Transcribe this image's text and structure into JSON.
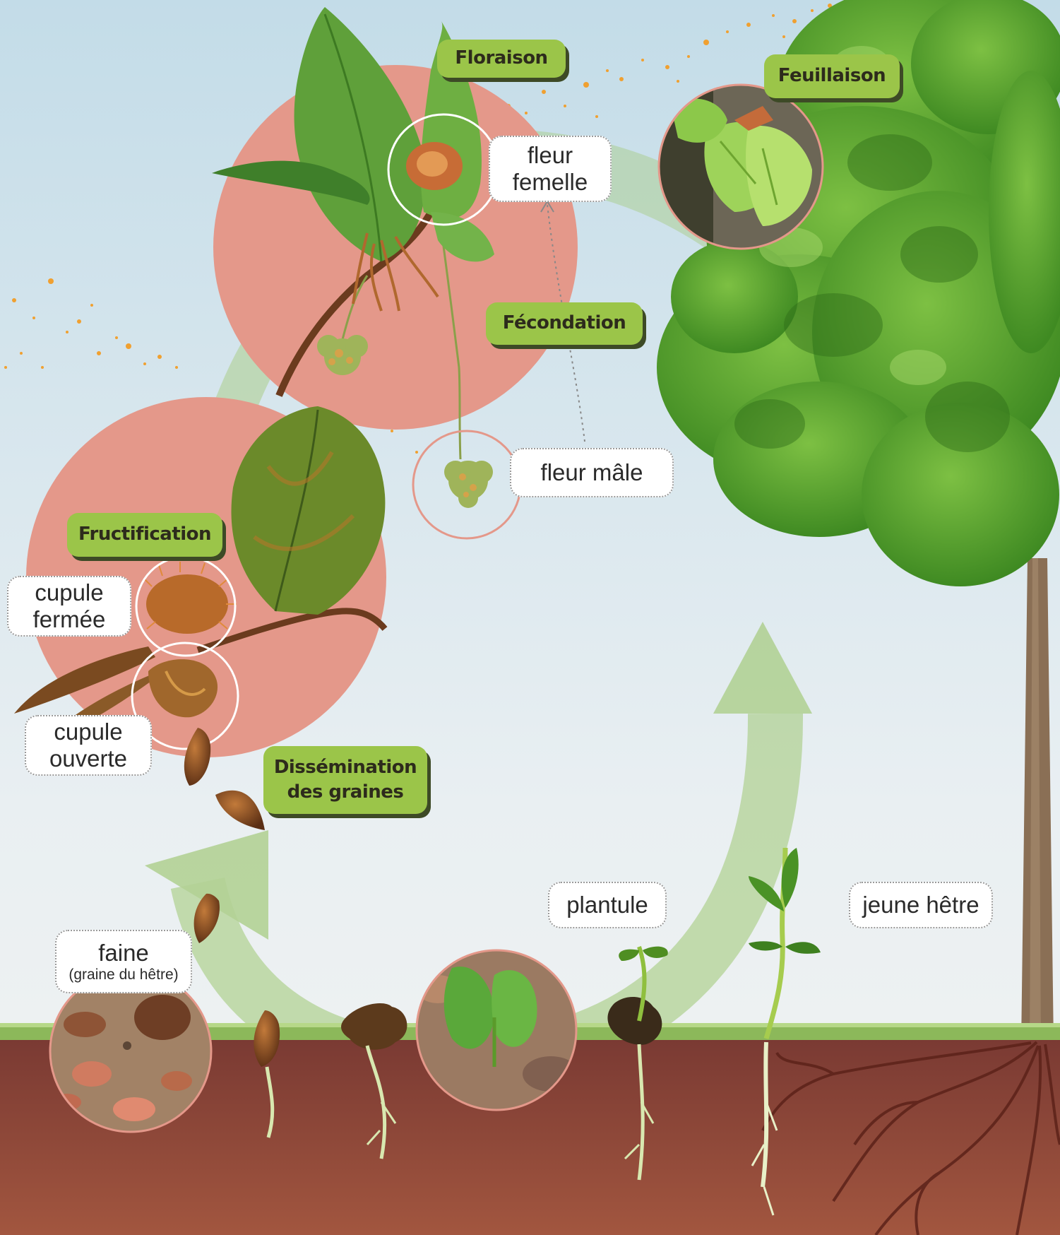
{
  "stages": {
    "floraison": "Floraison",
    "feuillaison": "Feuillaison",
    "fecondation": "Fécondation",
    "fructification": "Fructification",
    "dissemination_line1": "Dissémination",
    "dissemination_line2": "des graines"
  },
  "labels": {
    "fleur_femelle_line1": "fleur",
    "fleur_femelle_line2": "femelle",
    "fleur_male": "fleur mâle",
    "cupule_fermee_line1": "cupule",
    "cupule_fermee_line2": "fermée",
    "cupule_ouverte_line1": "cupule",
    "cupule_ouverte_line2": "ouverte",
    "faine": "faine",
    "faine_sub": "(graine du hêtre)",
    "plantule": "plantule",
    "jeune_hetre": "jeune hêtre"
  },
  "colors": {
    "sky_top": "#c3dce8",
    "sky_bottom": "#eef2f4",
    "cycle_arrow": "#a8cc84",
    "stage_disc": "#e4988a",
    "badge": "#9bc549",
    "soil": "#8e4a3d",
    "grass": "#8cb85a",
    "pollen": "#f0a030",
    "leaf": "#5a9a2a"
  }
}
